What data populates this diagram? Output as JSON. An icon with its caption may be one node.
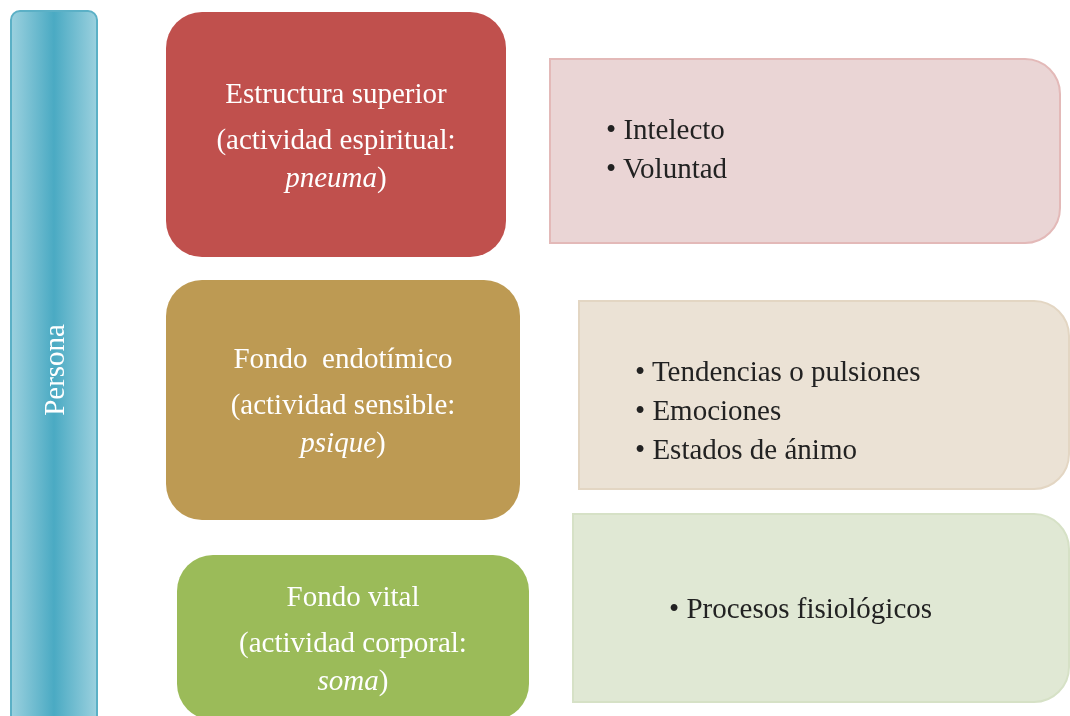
{
  "diagram": {
    "nodes": [
      {
        "text": [
          "Persona"
        ]
      },
      {
        "text": [
          "Estructura superior",
          "(actividad espiritual: *pneuma*)"
        ]
      },
      {
        "text": [
          "• Intelecto",
          "• Voluntad"
        ]
      },
      {
        "text": [
          "Fondo  endotímico",
          "(actividad sensible: *psique*)"
        ]
      },
      {
        "text": [
          "• Tendencias o pulsiones",
          "• Emociones",
          "• Estados de ánimo"
        ]
      },
      {
        "text": [
          "Fondo vital",
          "(actividad corporal: *soma*)"
        ]
      },
      {
        "text": [
          "• Procesos fisiológicos"
        ]
      }
    ]
  }
}
